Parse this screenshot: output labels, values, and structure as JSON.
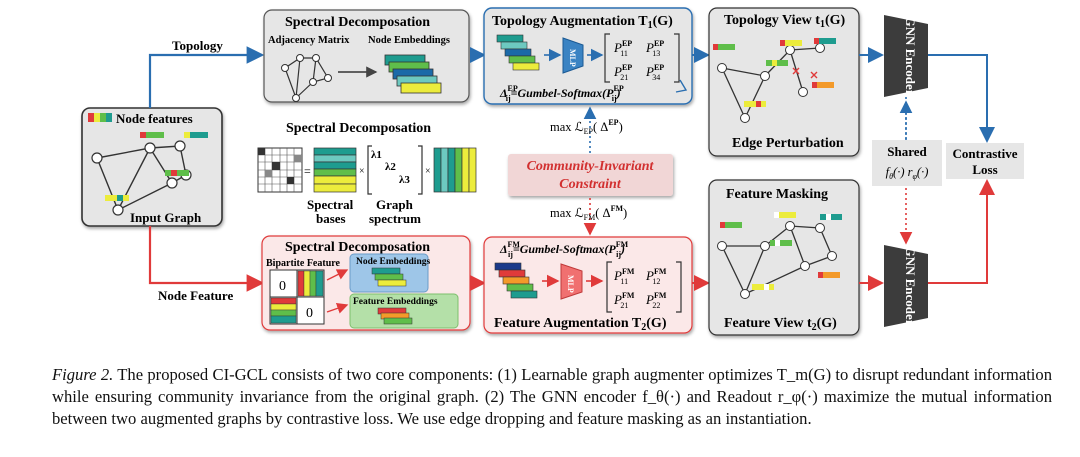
{
  "labels": {
    "topology": "Topology",
    "node_feature": "Node Feature",
    "node_features_title": "Node features",
    "input_graph": "Input Graph",
    "spectral_top": "Spectral Decomposation",
    "adjacency": "Adjacency Matrix",
    "node_embeddings": "Node Embeddings",
    "spectral_mid": "Spectral Decomposation",
    "spectral_bases_1": "Spectral",
    "spectral_bases_2": "bases",
    "graph_spectrum_1": "Graph",
    "graph_spectrum_2": "spectrum",
    "spectral_bottom": "Spectral Decomposation",
    "bipartite": "Bipartite Feature",
    "node_emb_small": "Node Embeddings",
    "feature_emb_small": "Feature Embeddings",
    "zero": "0",
    "topo_aug": "Topology Augmentation T",
    "topo_aug_sub": "1",
    "topo_aug_suffix": "(G)",
    "feat_aug": "Feature Augmentation T",
    "feat_aug_sub": "2",
    "feat_aug_suffix": "(G)",
    "mlp": "MLP",
    "gumbel_ep": "=Gumbel-Softmax(",
    "gumbel_fm": "=Gumbel-Softmax(",
    "max_ep": "max",
    "max_fm": "max",
    "community_1": "Community-Invariant",
    "community_2": "Constraint",
    "topo_view": "Topology View t",
    "topo_view_sub": "1",
    "topo_view_suffix": "(G)",
    "edge_pert": "Edge Perturbation",
    "feat_masking": "Feature Masking",
    "feat_view": "Feature View t",
    "feat_view_sub": "2",
    "feat_view_suffix": "(G)",
    "gnn_encoder": "GNN Encoder",
    "shared": "Shared",
    "contrastive_1": "Contrastive",
    "contrastive_2": "Loss",
    "lambda1": "λ1",
    "lambda2": "λ2",
    "lambda3": "λ3"
  },
  "caption": {
    "figure": "Figure 2.",
    "text": " The proposed CI-GCL consists of two core components: (1) Learnable graph augmenter optimizes T_m(G) to disrupt redundant information while ensuring community invariance from the original graph. (2) The GNN encoder f_θ(·) and Readout r_φ(·) maximize the mutual information between two augmented graphs by contrastive loss. We use edge dropping and feature masking as an instantiation."
  },
  "colors": {
    "topology_arrow": "#2a6eb0",
    "feature_arrow": "#e03a3a",
    "panel_gray": "#e6e6e6",
    "panel_pink": "#fbe8e8",
    "teal": "#1e9c8f",
    "yellow": "#ecec3c",
    "green": "#5fbe4a"
  }
}
